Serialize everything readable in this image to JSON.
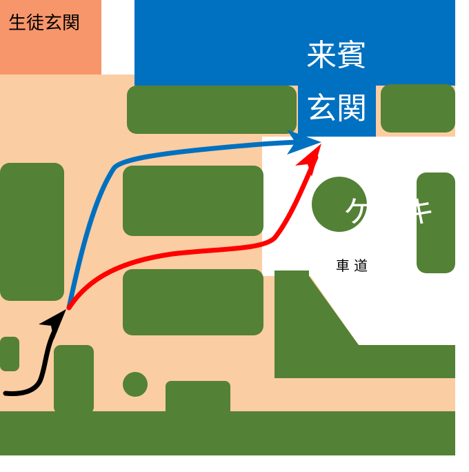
{
  "labels": {
    "student_entrance": "生徒玄関",
    "guest_entrance_line1": "来賓",
    "guest_entrance_line2": "玄関",
    "tree": "ケヤキ",
    "road": "車 道"
  },
  "colors": {
    "ground": "#fbcda2",
    "hedge": "#538135",
    "guest_entrance": "#0070c0",
    "student_entrance": "#f8966b",
    "route_blue": "#0070c0",
    "route_red": "#ff0000",
    "route_black": "#000000",
    "road": "#ffffff"
  },
  "icons": {
    "blue_arrow": "arrow-right-icon",
    "red_arrow": "arrow-up-right-icon",
    "black_arrow": "arrow-up-icon"
  }
}
